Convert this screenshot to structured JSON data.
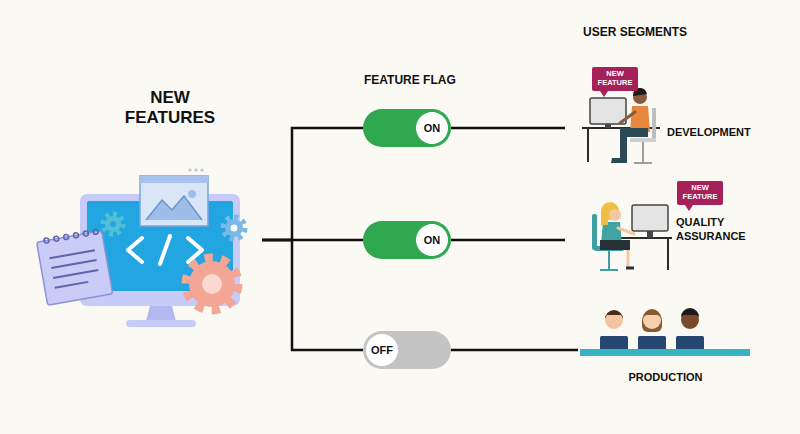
{
  "diagram": {
    "nodes": [
      {
        "text": [
          "NEW FEATURES"
        ]
      },
      {
        "text": [
          "ON"
        ]
      },
      {
        "text": [
          "ON"
        ]
      },
      {
        "text": [
          "OFF"
        ]
      },
      {
        "text": [
          "DEVELOPMENT"
        ]
      },
      {
        "text": [
          "NEW FEATURE"
        ],
        "in": 4
      },
      {
        "text": [
          "QUALITY ASSURANCE"
        ]
      },
      {
        "text": [
          "NEW FEATURE"
        ],
        "in": 6
      },
      {
        "text": [
          "PRODUCTION"
        ]
      }
    ],
    "edges": [
      {
        "from": 0,
        "to": 1,
        "arrow": "none"
      },
      {
        "from": 0,
        "to": 2,
        "arrow": "none"
      },
      {
        "from": 0,
        "to": 3,
        "arrow": "none"
      },
      {
        "from": 1,
        "to": 4,
        "arrow": "none"
      },
      {
        "from": 2,
        "to": 6,
        "arrow": "none"
      },
      {
        "from": 3,
        "to": 8,
        "arrow": "none"
      }
    ],
    "labels": [
      "FEATURE FLAG",
      "USER SEGMENTS"
    ]
  }
}
